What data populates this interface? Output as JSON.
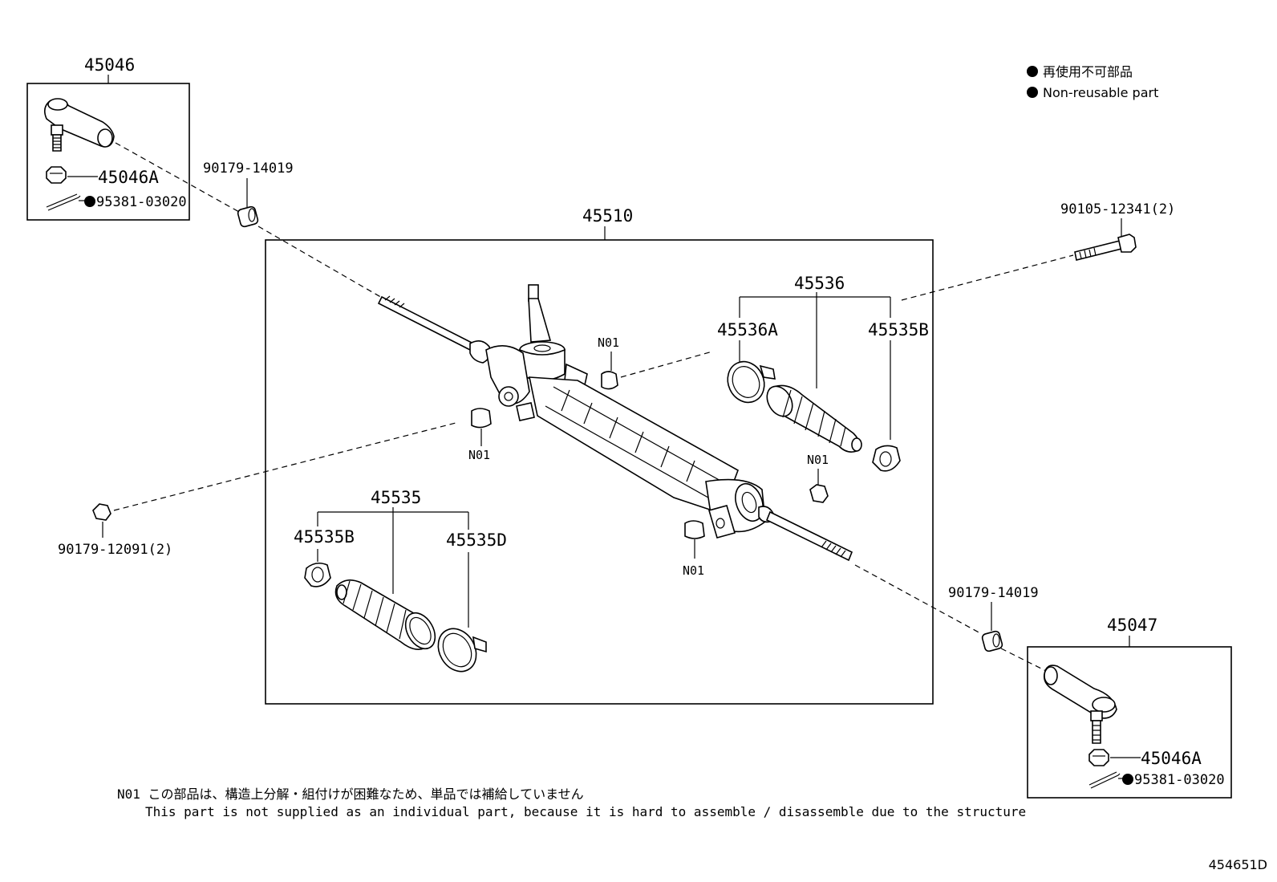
{
  "legend": {
    "line1": "再使用不可部品",
    "line2": "Non-reusable part"
  },
  "parts": {
    "tie_rod_end_lh": "45046",
    "nut_top": "45046A",
    "cotter_pin_top": "95381-03020",
    "grommet_top": "90179-14019",
    "rack_assembly": "45510",
    "bolt": "90105-12341(2)",
    "boot_kit_rh": "45536",
    "clamp_rh": "45536A",
    "clip_rh": "45535B",
    "note_ref_1": "N01",
    "note_ref_2": "N01",
    "note_ref_3": "N01",
    "note_ref_4": "N01",
    "nut_left": "90179-12091(2)",
    "boot_kit_lh": "45535",
    "clip_lh": "45535B",
    "clamp_lh": "45535D",
    "grommet_bottom": "90179-14019",
    "tie_rod_end_rh": "45047",
    "nut_bottom": "45046A",
    "cotter_pin_bottom": "95381-03020"
  },
  "note": {
    "code": "N01",
    "ja": "この部品は、構造上分解・組付けが困難なため、単品では補給していません",
    "en": "This part is not supplied as an individual part, because it is hard to assemble / disassemble due to the structure"
  },
  "drawing_id": "454651D"
}
